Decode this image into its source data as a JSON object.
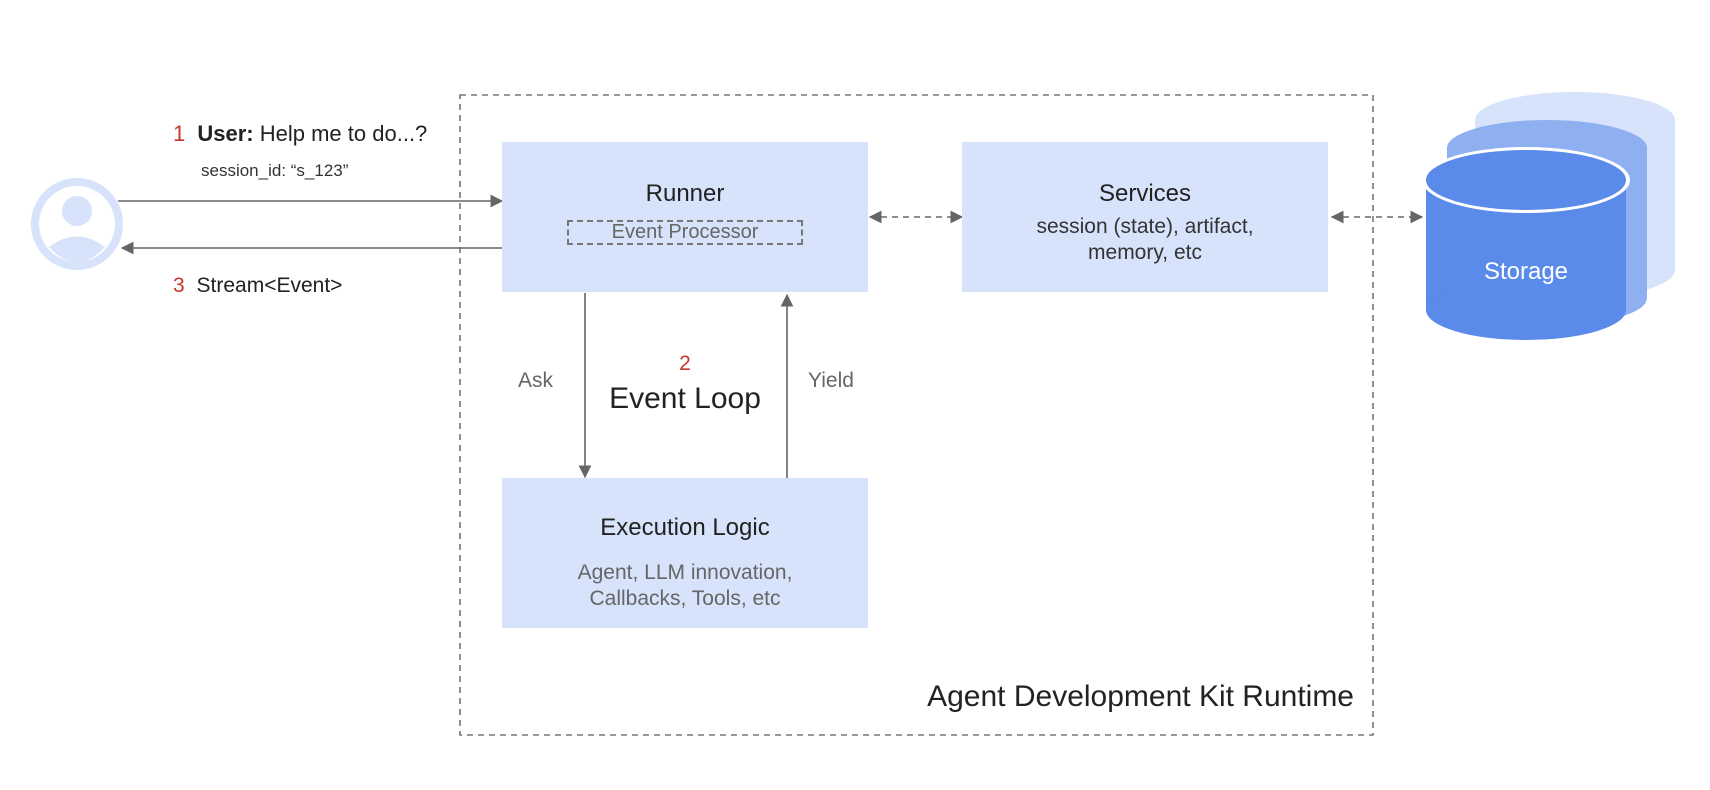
{
  "user_request": {
    "step": "1",
    "role": "User:",
    "message": "Help me to do...?",
    "session_id": "session_id: “s_123”"
  },
  "stream": {
    "step": "3",
    "text": "Stream<Event>"
  },
  "runtime_label": "Agent Development Kit Runtime",
  "runner": {
    "title": "Runner",
    "processor": "Event Processor"
  },
  "services": {
    "title": "Services",
    "description_lines": [
      "session (state), artifact,",
      "memory, etc"
    ]
  },
  "event_loop": {
    "step": "2",
    "title": "Event Loop",
    "ask": "Ask",
    "yield": "Yield"
  },
  "execution": {
    "title": "Execution Logic",
    "description_lines": [
      "Agent, LLM innovation,",
      "Callbacks, Tools, etc"
    ]
  },
  "storage": {
    "label": "Storage"
  },
  "colors": {
    "box_fill": "#d6e3fa",
    "storage_blue": "#5a8bea",
    "storage_mid": "#8fb0f0",
    "storage_light": "#d6e3fa",
    "step_red": "#c5392b",
    "line_gray": "#666666"
  },
  "icons": {
    "user": "user-avatar-icon",
    "storage": "database-cylinder-icon"
  }
}
